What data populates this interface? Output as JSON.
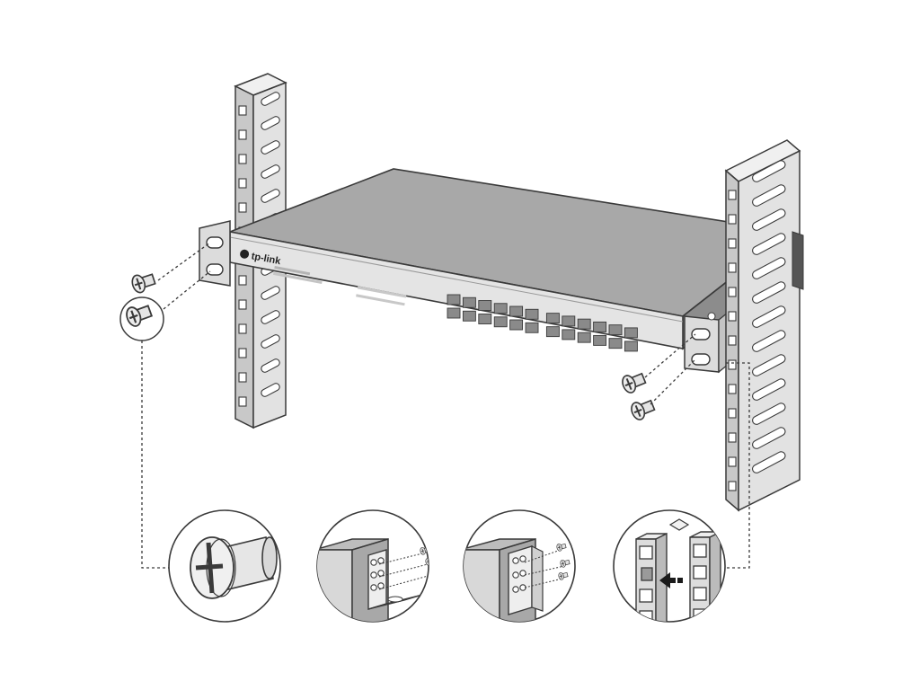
{
  "figure": {
    "brand_logo": "tp-link",
    "colors": {
      "outline": "#3a3a3a",
      "panel_face": "#e6e6e6",
      "panel_top": "#a9a9a9",
      "rail": "#dcdcdc",
      "port": "#8a8a8a",
      "bg": "#ffffff",
      "arrow": "#1a1a1a"
    },
    "switch": {
      "port_columns": 12,
      "port_rows": 2
    },
    "detail_views": [
      {
        "name": "screw-closeup"
      },
      {
        "name": "bracket-angle-mounting"
      },
      {
        "name": "bracket-front-mounting"
      },
      {
        "name": "cage-nut-insertion"
      }
    ]
  }
}
